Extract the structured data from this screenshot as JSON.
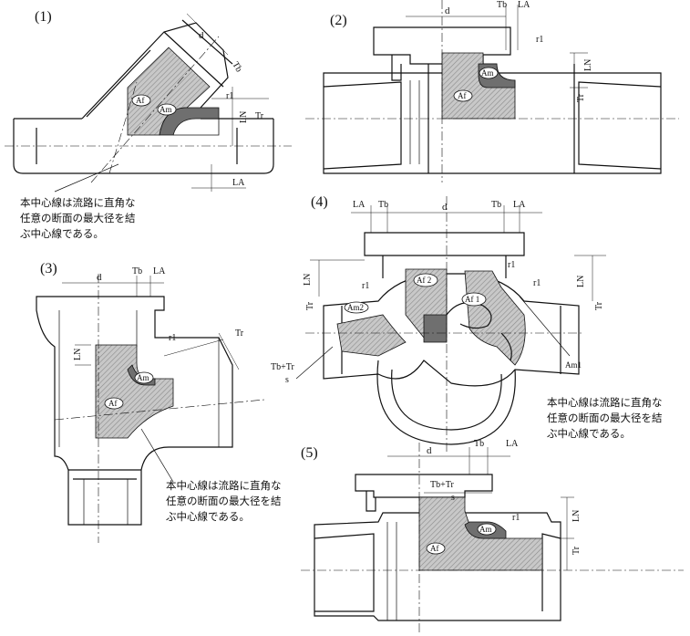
{
  "figures": [
    {
      "number": "(1)",
      "labels": {
        "d": "d",
        "tb": "Tb",
        "af": "Af",
        "am": "Am",
        "r1": "r1",
        "ln": "LN",
        "tr": "Tr",
        "la": "LA"
      }
    },
    {
      "number": "(2)",
      "labels": {
        "d": "d",
        "tb": "Tb",
        "la": "LA",
        "r1": "r1",
        "am": "Am",
        "ln": "LN",
        "tr": "Tr",
        "af": "Af"
      }
    },
    {
      "number": "(3)",
      "labels": {
        "d": "d",
        "tb": "Tb",
        "la": "LA",
        "r1": "r1",
        "tr": "Tr",
        "ln": "LN",
        "am": "Am",
        "af": "Af"
      }
    },
    {
      "number": "(4)",
      "labels": {
        "la_left": "LA",
        "tb_left": "Tb",
        "d": "d",
        "tb_right": "Tb",
        "la_right": "LA",
        "ln_left": "LN",
        "tr_left": "Tr",
        "r1_left": "r1",
        "af2": "Af 2",
        "af1": "Af 1",
        "r1_right": "r1",
        "r1_right2": "r1",
        "ln_right": "LN",
        "tr_right": "Tr",
        "am2": "Am2",
        "am1": "Am1",
        "tbtr": "Tb+Tr",
        "s": "s"
      }
    },
    {
      "number": "(5)",
      "labels": {
        "d": "d",
        "tb": "Tb",
        "la": "LA",
        "tbtr": "Tb+Tr",
        "s": "s",
        "r1": "r1",
        "am": "Am",
        "ln": "LN",
        "tr": "Tr",
        "af": "Af"
      }
    }
  ],
  "notes": {
    "fig1": [
      "本中心線は流路に直角な",
      "任意の断面の最大径を結",
      "ぶ中心線である。"
    ],
    "fig3": [
      "本中心線は流路に直角な",
      "任意の断面の最大径を結",
      "ぶ中心線である。"
    ],
    "fig4": [
      "本中心線は流路に直角な",
      "任意の断面の最大径を結",
      "ぶ中心線である。"
    ]
  },
  "colors": {
    "hatch": "#9a9a9a",
    "shade": "#c8c8c8",
    "dark": "#6f6f6f",
    "line": "#111111"
  }
}
